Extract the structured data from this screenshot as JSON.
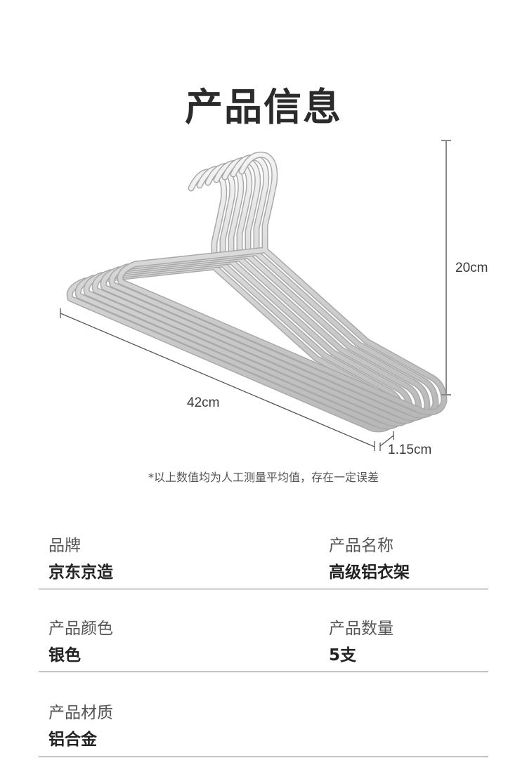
{
  "header": {
    "title": "产品信息"
  },
  "figure": {
    "product_icon": "hanger-stack-illustration",
    "dimensions": {
      "height": "20cm",
      "width": "42cm",
      "thickness": "1.15cm"
    },
    "note": "*以上数值均为人工测量平均值，存在一定误差"
  },
  "specs": [
    {
      "label": "品牌",
      "value": "京东京造"
    },
    {
      "label": "产品名称",
      "value": "高级铝衣架"
    },
    {
      "label": "产品颜色",
      "value": "银色"
    },
    {
      "label": "产品数量",
      "value": "5支"
    },
    {
      "label": "产品材质",
      "value": "铝合金"
    }
  ],
  "colors": {
    "title": "#2b2b2b",
    "label": "#555555",
    "value": "#222222",
    "divider": "#777777",
    "hanger": "#d9d9d9"
  }
}
